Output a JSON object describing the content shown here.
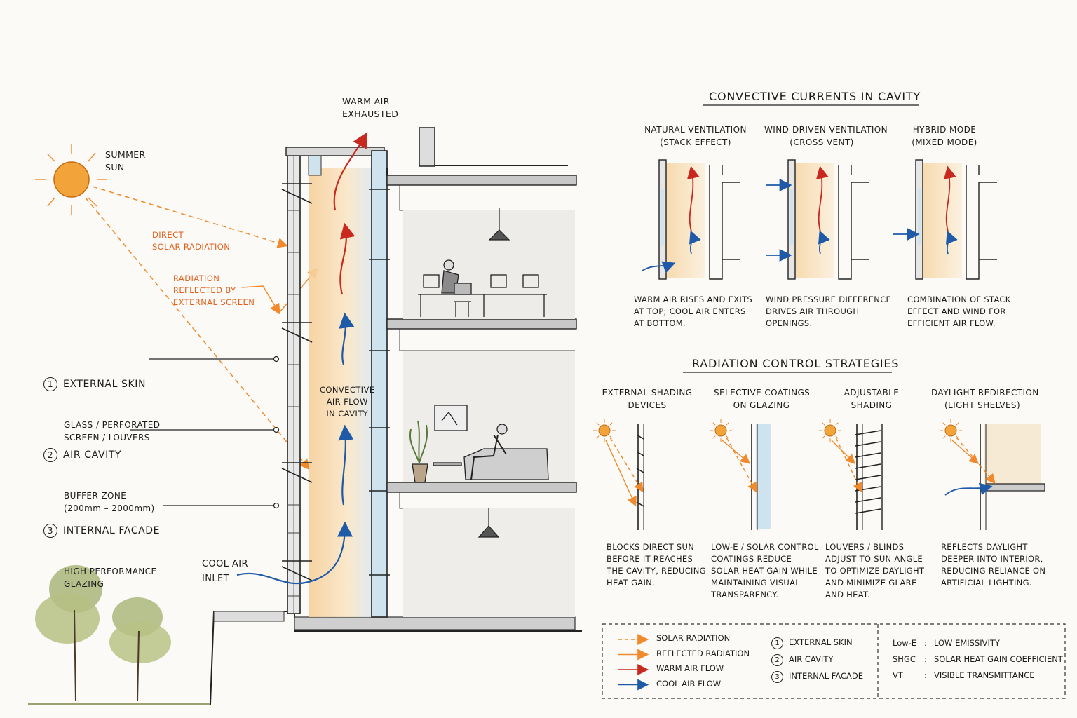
{
  "section": {
    "sun_label": "SUMMER\nSUN",
    "warm_exhaust": "WARM AIR\nEXHAUSTED",
    "direct_radiation": "DIRECT\nSOLAR RADIATION",
    "reflected_radiation": "RADIATION\nREFLECTED BY\nEXTERNAL SCREEN",
    "convective_flow": "CONVECTIVE\nAIR FLOW\nIN CAVITY",
    "cool_inlet": "COOL AIR\nINLET",
    "callouts": [
      {
        "num": "1",
        "title": "EXTERNAL SKIN",
        "desc": "GLASS / PERFORATED\nSCREEN / LOUVERS"
      },
      {
        "num": "2",
        "title": "AIR CAVITY",
        "desc": "BUFFER ZONE\n(200mm – 2000mm)"
      },
      {
        "num": "3",
        "title": "INTERNAL FACADE",
        "desc": "HIGH PERFORMANCE\nGLAZING"
      }
    ]
  },
  "convective": {
    "heading": "CONVECTIVE CURRENTS IN CAVITY",
    "modes": [
      {
        "title": "NATURAL VENTILATION\n(STACK EFFECT)",
        "desc": "WARM AIR RISES AND EXITS\nAT TOP; COOL AIR ENTERS\nAT BOTTOM."
      },
      {
        "title": "WIND-DRIVEN VENTILATION\n(CROSS VENT)",
        "desc": "WIND PRESSURE DIFFERENCE\nDRIVES AIR THROUGH\nOPENINGS."
      },
      {
        "title": "HYBRID MODE\n(MIXED MODE)",
        "desc": "COMBINATION OF STACK\nEFFECT AND WIND FOR\nEFFICIENT AIR FLOW."
      }
    ]
  },
  "radiation": {
    "heading": "RADIATION CONTROL STRATEGIES",
    "strategies": [
      {
        "title": "EXTERNAL SHADING\nDEVICES",
        "desc": "BLOCKS DIRECT SUN\nBEFORE IT REACHES\nTHE CAVITY, REDUCING\nHEAT GAIN."
      },
      {
        "title": "SELECTIVE COATINGS\nON GLAZING",
        "desc": "LOW-E / SOLAR CONTROL\nCOATINGS REDUCE\nSOLAR HEAT GAIN WHILE\nMAINTAINING VISUAL\nTRANSPARENCY."
      },
      {
        "title": "ADJUSTABLE\nSHADING",
        "desc": "LOUVERS / BLINDS\nADJUST TO SUN ANGLE\nTO OPTIMIZE DAYLIGHT\nAND MINIMIZE GLARE\nAND HEAT."
      },
      {
        "title": "DAYLIGHT REDIRECTION\n(LIGHT SHELVES)",
        "desc": "REFLECTS DAYLIGHT\nDEEPER INTO INTERIOR,\nREDUCING RELIANCE ON\nARTIFICIAL LIGHTING."
      }
    ]
  },
  "legend": {
    "arrows": [
      {
        "label": "SOLAR RADIATION",
        "color": "#f08a2c",
        "dashed": true
      },
      {
        "label": "REFLECTED RADIATION",
        "color": "#f08a2c",
        "dashed": false
      },
      {
        "label": "WARM AIR FLOW",
        "color": "#c8281e",
        "dashed": false
      },
      {
        "label": "COOL AIR FLOW",
        "color": "#1f5aa8",
        "dashed": false
      }
    ],
    "layers": [
      {
        "num": "1",
        "label": "EXTERNAL SKIN"
      },
      {
        "num": "2",
        "label": "AIR CAVITY"
      },
      {
        "num": "3",
        "label": "INTERNAL FACADE"
      }
    ],
    "abbreviations": [
      {
        "abbr": "Low-E",
        "sep": ":",
        "meaning": "LOW EMISSIVITY"
      },
      {
        "abbr": "SHGC",
        "sep": ":",
        "meaning": "SOLAR HEAT GAIN COEFFICIENT"
      },
      {
        "abbr": "VT",
        "sep": ":",
        "meaning": "VISIBLE TRANSMITTANCE"
      }
    ]
  },
  "colors": {
    "solar": "#f08a2c",
    "warm": "#c8281e",
    "cool": "#1f5aa8",
    "ink": "#222222",
    "glass": "#cfe3ef",
    "sun": "#f2a43a"
  }
}
